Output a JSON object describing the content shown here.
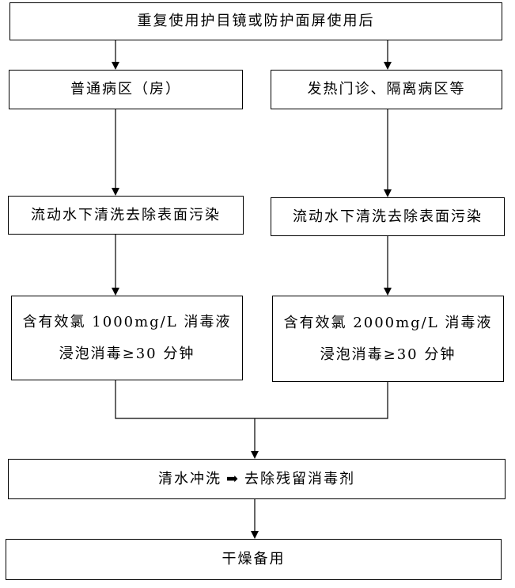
{
  "flowchart": {
    "top": "重复使用护目镜或防护面屏使用后",
    "left_branch": {
      "area": "普通病区（房）",
      "rinse": "流动水下清洗去除表面污染",
      "disinfect_line1": "含有效氯 1000mg/L 消毒液",
      "disinfect_line2": "浸泡消毒≥30 分钟"
    },
    "right_branch": {
      "area": "发热门诊、隔离病区等",
      "rinse": "流动水下清洗去除表面污染",
      "disinfect_line1": "含有效氯 2000mg/L 消毒液",
      "disinfect_line2": "浸泡消毒≥30 分钟"
    },
    "wash": {
      "left_text": "清水冲洗",
      "arrow": "➡",
      "right_text": "去除残留消毒剂"
    },
    "final": "干燥备用"
  },
  "colors": {
    "line": "#000000",
    "background": "#ffffff"
  }
}
